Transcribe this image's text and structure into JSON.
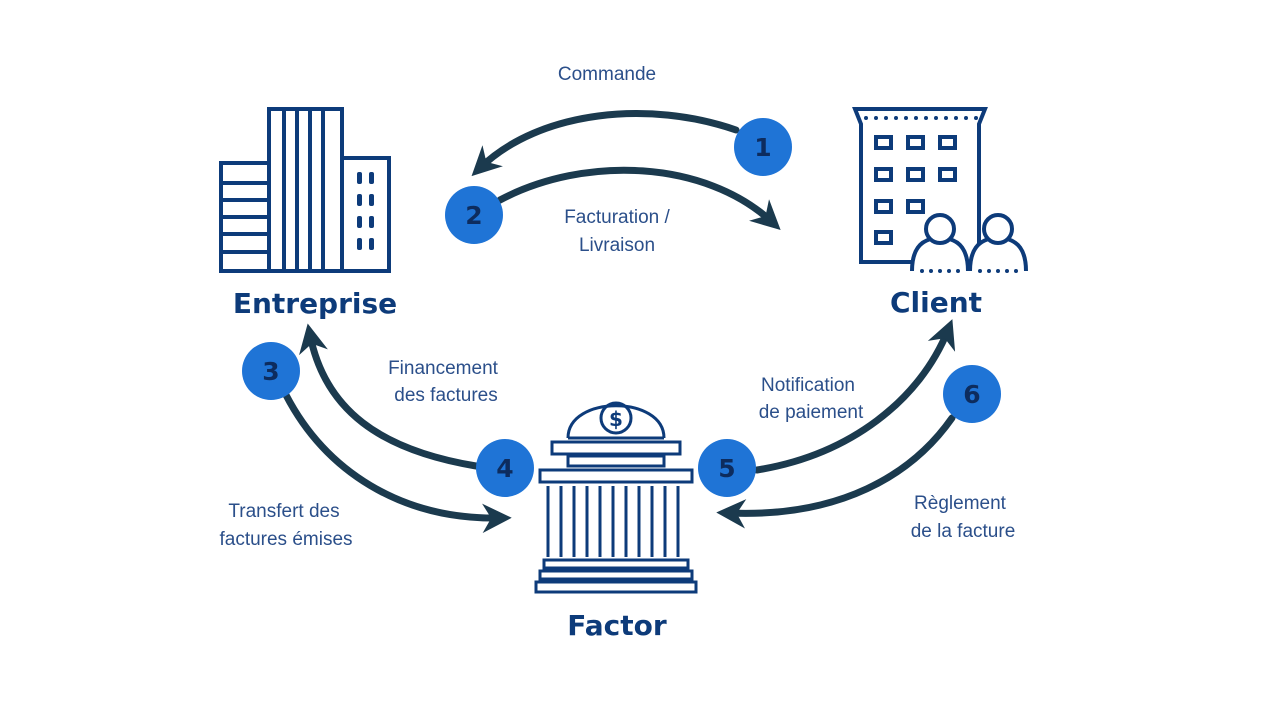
{
  "colors": {
    "primary": "#0d3b7a",
    "arrow": "#1b3a4e",
    "badge": "#1f74d6",
    "badge_text": "#0d2c5e",
    "text": "#2b4f8a"
  },
  "nodes": {
    "entreprise": {
      "label": "Entreprise",
      "icon": "office-buildings-icon"
    },
    "client": {
      "label": "Client",
      "icon": "client-building-people-icon"
    },
    "factor": {
      "label": "Factor",
      "icon": "bank-dollar-icon"
    }
  },
  "steps": [
    {
      "number": "1",
      "lines": [
        "Commande"
      ]
    },
    {
      "number": "2",
      "lines": [
        "Facturation /",
        "Livraison"
      ]
    },
    {
      "number": "3",
      "lines": [
        "Transfert des",
        "factures émises"
      ]
    },
    {
      "number": "4",
      "lines": [
        "Financement",
        "des factures"
      ]
    },
    {
      "number": "5",
      "lines": [
        "Notification",
        "de paiement"
      ]
    },
    {
      "number": "6",
      "lines": [
        "Règlement",
        "de la facture"
      ]
    }
  ]
}
